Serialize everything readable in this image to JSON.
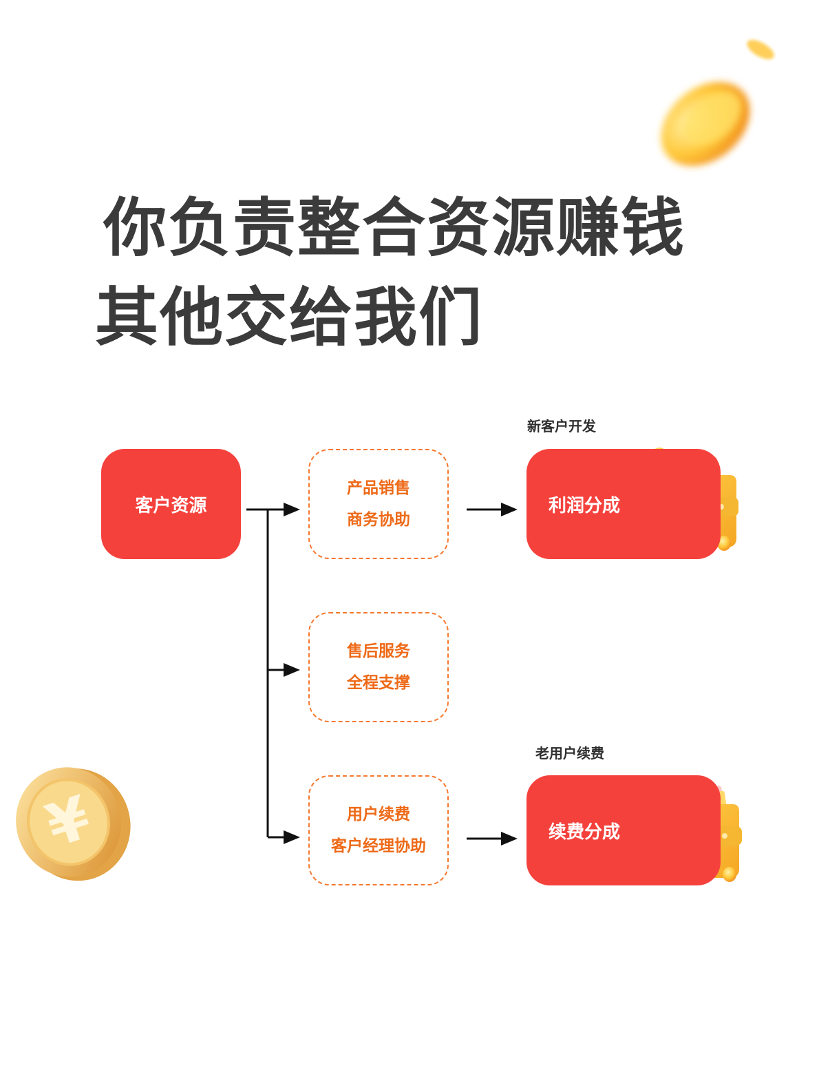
{
  "title": {
    "line1": "你负责整合资源赚钱",
    "line2": "其他交给我们"
  },
  "flow": {
    "source": "客户资源",
    "services": [
      {
        "line1": "产品销售",
        "line2": "商务协助"
      },
      {
        "line1": "售后服务",
        "line2": "全程支撑"
      },
      {
        "line1": "用户续费",
        "line2": "客户经理协助"
      }
    ],
    "outcomes": [
      {
        "caption": "新客户开发",
        "label": "利润分成"
      },
      {
        "caption": "老用户续费",
        "label": "续费分成"
      }
    ]
  },
  "colors": {
    "red": "#f5413c",
    "orange": "#f6792f",
    "title": "#3b3b3b",
    "gold": "#f7c23a"
  },
  "icons": [
    "falling-coin-icon",
    "yuan-coin-icon",
    "wallet-icon"
  ]
}
